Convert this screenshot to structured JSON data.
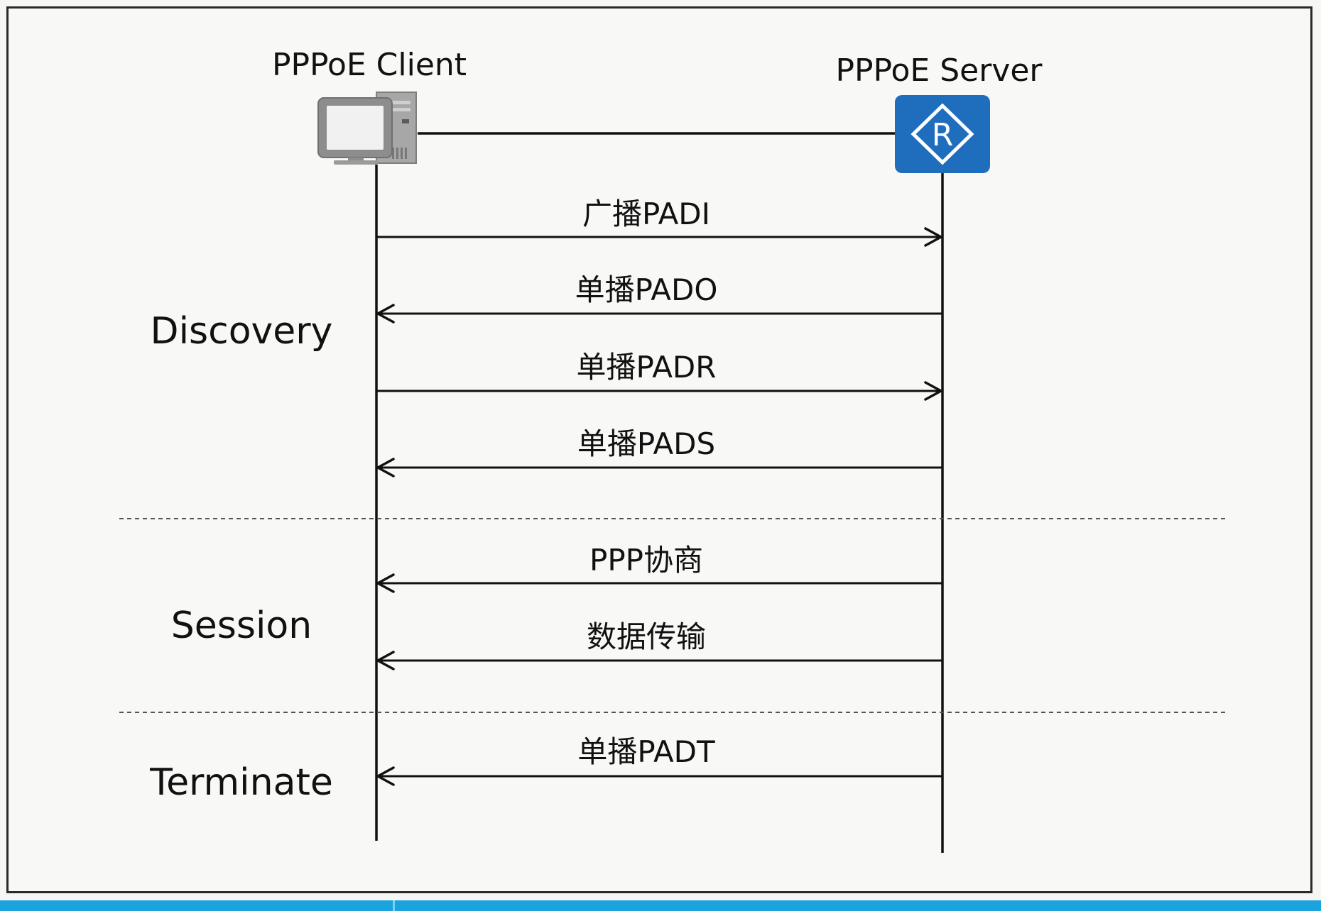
{
  "nodes": {
    "client": {
      "label": "PPPoE Client",
      "icon": "pc-icon"
    },
    "server": {
      "label": "PPPoE Server",
      "icon": "router-icon",
      "icon_glyph": "R",
      "color": "#1f6ebd"
    }
  },
  "phases": [
    {
      "label": "Discovery"
    },
    {
      "label": "Session"
    },
    {
      "label": "Terminate"
    }
  ],
  "messages": [
    {
      "label": "广播PADI",
      "direction": "client-to-server"
    },
    {
      "label": "单播PADO",
      "direction": "server-to-client"
    },
    {
      "label": "单播PADR",
      "direction": "client-to-server"
    },
    {
      "label": "单播PADS",
      "direction": "server-to-client"
    },
    {
      "label": "PPP协商",
      "direction": "server-to-client"
    },
    {
      "label": "数据传输",
      "direction": "server-to-client"
    },
    {
      "label": "单播PADT",
      "direction": "server-to-client"
    }
  ],
  "colors": {
    "accent": "#1f6ebd",
    "bottom_bar": "#1aa3dd"
  }
}
